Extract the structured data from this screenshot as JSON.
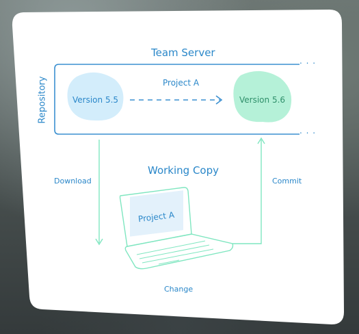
{
  "diagram": {
    "repository": {
      "title": "Team Server",
      "side_label": "Repository",
      "project_label": "Project A",
      "version_old": "Version 5.5",
      "version_new": "Version 5.6",
      "continuation": ". . ."
    },
    "working_copy": {
      "title": "Working Copy",
      "screen_label": "Project A"
    },
    "actions": {
      "download": "Download",
      "commit": "Commit",
      "change": "Change"
    },
    "colors": {
      "blue": "#2a87c9",
      "line_blue": "#3a8fd0",
      "green": "#6fe0b6",
      "blob_blue": "#d3edfb",
      "blob_green": "#b5f1d8",
      "card": "#ffffff"
    }
  }
}
